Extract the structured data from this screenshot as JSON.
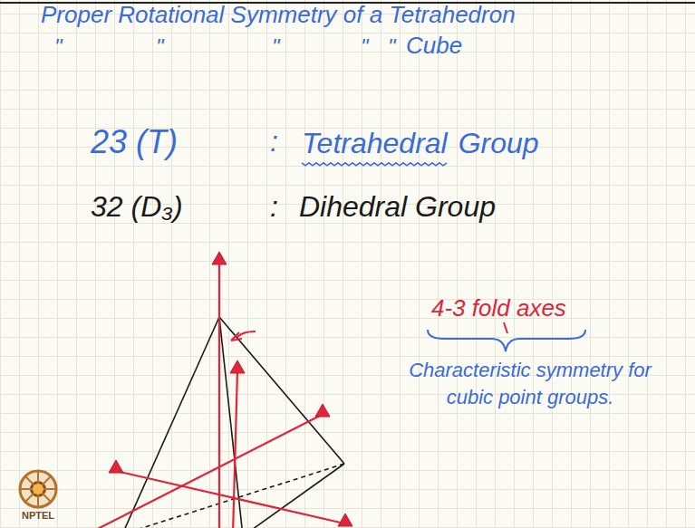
{
  "diagram": {
    "title": "Proper Rotational Symmetry of a Tetrahedron",
    "labels": [
      "\"",
      "\"",
      "\"",
      "\"",
      "\"",
      "Cube",
      "23 (T)",
      ":",
      "Tetrahedral",
      "Group",
      "32 (D₃)",
      ":",
      "Dihedral Group",
      "4-3 fold axes",
      "Characteristic symmetry for cubic point groups.",
      "NPTEL"
    ]
  }
}
